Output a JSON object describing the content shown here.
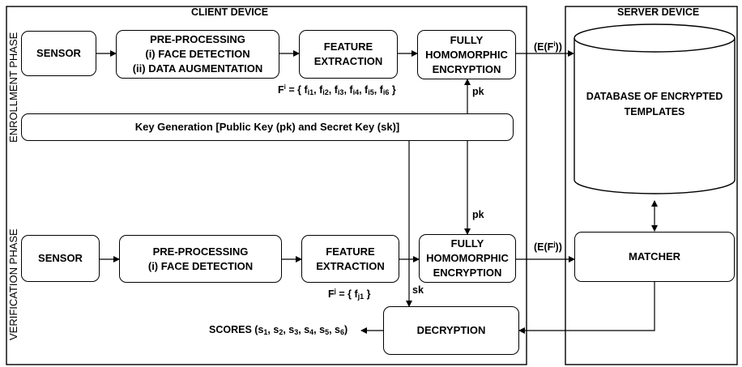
{
  "client": {
    "title": "CLIENT DEVICE"
  },
  "server": {
    "title": "SERVER DEVICE"
  },
  "phases": {
    "enrollment": "ENROLLMENT PHASE",
    "verification": "VERIFICATION PHASE"
  },
  "enrollment": {
    "sensor": "SENSOR",
    "preprocessing": [
      "PRE-PROCESSING",
      "(i) FACE DETECTION",
      "(ii) DATA AUGMENTATION"
    ],
    "feature_extraction": [
      "FEATURE",
      "EXTRACTION"
    ],
    "fhe": [
      "FULLY",
      "HOMOMORPHIC",
      "ENCRYPTION"
    ],
    "features": {
      "lhs": "F",
      "sup": "i",
      "items": [
        "f",
        "i1",
        "f",
        "i2",
        "f",
        "i3",
        "f",
        "i4",
        "f",
        "i5",
        "f",
        "i6"
      ]
    },
    "output_edge": {
      "prefix": "(E(F",
      "sup": "i",
      "suffix": "))"
    }
  },
  "key_generation": "Key Generation [Public Key (pk) and Secret Key (sk)]",
  "edge_labels": {
    "pk_enroll": "pk",
    "pk_verify": "pk",
    "sk": "sk"
  },
  "verification": {
    "sensor": "SENSOR",
    "preprocessing": [
      "PRE-PROCESSING",
      "(i) FACE DETECTION"
    ],
    "feature_extraction": [
      "FEATURE",
      "EXTRACTION"
    ],
    "fhe": [
      "FULLY",
      "HOMOMORPHIC",
      "ENCRYPTION"
    ],
    "features": {
      "lhs": "F",
      "sup": "j",
      "items": [
        "f",
        "j1"
      ]
    },
    "output_edge": {
      "prefix": "(E(F",
      "sup": "j",
      "suffix": "))"
    },
    "decryption": "DECRYPTION",
    "scores": {
      "prefix": "SCORES (",
      "items": [
        "s",
        "1",
        "s",
        "2",
        "s",
        "3",
        "s",
        "4",
        "s",
        "5",
        "s",
        "6"
      ],
      "suffix": ")"
    }
  },
  "database": [
    "DATABASE OF ENCRYPTED",
    "TEMPLATES"
  ],
  "matcher": "MATCHER"
}
